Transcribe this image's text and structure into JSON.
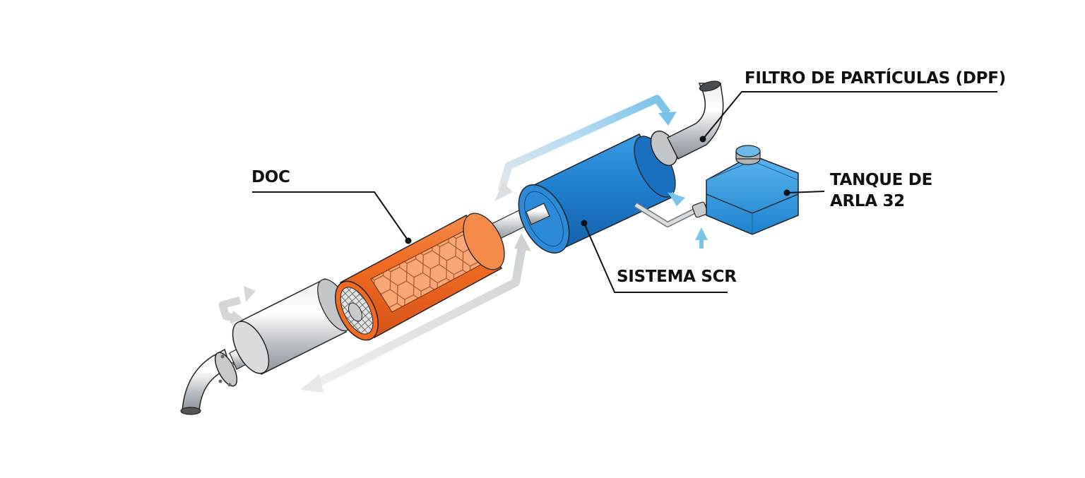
{
  "diagram": {
    "title": "Exhaust aftertreatment system",
    "components": [
      {
        "id": "doc",
        "label": "DOC",
        "color": "#f26a21"
      },
      {
        "id": "scr",
        "label": "SISTEMA SCR",
        "color": "#1f7fd1"
      },
      {
        "id": "dpf",
        "label": "FILTRO DE PARTÍCULAS (DPF)",
        "color": "#bfc3c7"
      },
      {
        "id": "tank",
        "label_line1": "TANQUE DE",
        "label_line2": "ARLA 32",
        "color": "#2a95e0"
      }
    ],
    "flow_colors": {
      "exhaust": "#d6d8da",
      "fluid": "#7cc3ea"
    }
  }
}
